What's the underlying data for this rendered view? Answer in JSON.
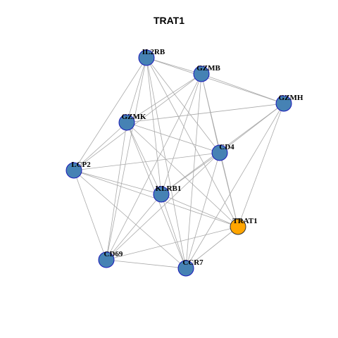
{
  "title": "TRAT1",
  "colors": {
    "node_fill": "#4682B4",
    "node_stroke": "#1A1AB8",
    "highlight_fill": "#FFA500",
    "highlight_stroke": "#333333",
    "edge": "#A9A9A9"
  },
  "nodes": [
    {
      "id": "IL2RB",
      "label": "IL2RB",
      "highlight": false
    },
    {
      "id": "GZMB",
      "label": "GZMB",
      "highlight": false
    },
    {
      "id": "GZMH",
      "label": "GZMH",
      "highlight": false
    },
    {
      "id": "GZMK",
      "label": "GZMK",
      "highlight": false
    },
    {
      "id": "CD4",
      "label": "CD4",
      "highlight": false
    },
    {
      "id": "LCP2",
      "label": "LCP2",
      "highlight": false
    },
    {
      "id": "KLRB1",
      "label": "KLRB1",
      "highlight": false
    },
    {
      "id": "TRAT1",
      "label": "TRAT1",
      "highlight": true
    },
    {
      "id": "CD69",
      "label": "CD69",
      "highlight": false
    },
    {
      "id": "CCR7",
      "label": "CCR7",
      "highlight": false
    }
  ],
  "edges": [
    [
      "IL2RB",
      "GZMB"
    ],
    [
      "IL2RB",
      "GZMH"
    ],
    [
      "IL2RB",
      "GZMK"
    ],
    [
      "IL2RB",
      "CD4"
    ],
    [
      "IL2RB",
      "LCP2"
    ],
    [
      "IL2RB",
      "KLRB1"
    ],
    [
      "IL2RB",
      "TRAT1"
    ],
    [
      "IL2RB",
      "CD69"
    ],
    [
      "IL2RB",
      "CCR7"
    ],
    [
      "GZMB",
      "GZMH"
    ],
    [
      "GZMB",
      "GZMK"
    ],
    [
      "GZMB",
      "CD4"
    ],
    [
      "GZMB",
      "LCP2"
    ],
    [
      "GZMB",
      "KLRB1"
    ],
    [
      "GZMB",
      "TRAT1"
    ],
    [
      "GZMB",
      "CD69"
    ],
    [
      "GZMB",
      "CCR7"
    ],
    [
      "GZMH",
      "GZMK"
    ],
    [
      "GZMH",
      "CD4"
    ],
    [
      "GZMH",
      "KLRB1"
    ],
    [
      "GZMH",
      "TRAT1"
    ],
    [
      "GZMH",
      "CCR7"
    ],
    [
      "GZMK",
      "CD4"
    ],
    [
      "GZMK",
      "LCP2"
    ],
    [
      "GZMK",
      "KLRB1"
    ],
    [
      "GZMK",
      "TRAT1"
    ],
    [
      "GZMK",
      "CD69"
    ],
    [
      "GZMK",
      "CCR7"
    ],
    [
      "CD4",
      "LCP2"
    ],
    [
      "CD4",
      "KLRB1"
    ],
    [
      "CD4",
      "TRAT1"
    ],
    [
      "CD4",
      "CD69"
    ],
    [
      "CD4",
      "CCR7"
    ],
    [
      "LCP2",
      "KLRB1"
    ],
    [
      "LCP2",
      "TRAT1"
    ],
    [
      "LCP2",
      "CD69"
    ],
    [
      "LCP2",
      "CCR7"
    ],
    [
      "KLRB1",
      "TRAT1"
    ],
    [
      "KLRB1",
      "CD69"
    ],
    [
      "KLRB1",
      "CCR7"
    ],
    [
      "TRAT1",
      "CD69"
    ],
    [
      "TRAT1",
      "CCR7"
    ],
    [
      "CD69",
      "CCR7"
    ]
  ]
}
